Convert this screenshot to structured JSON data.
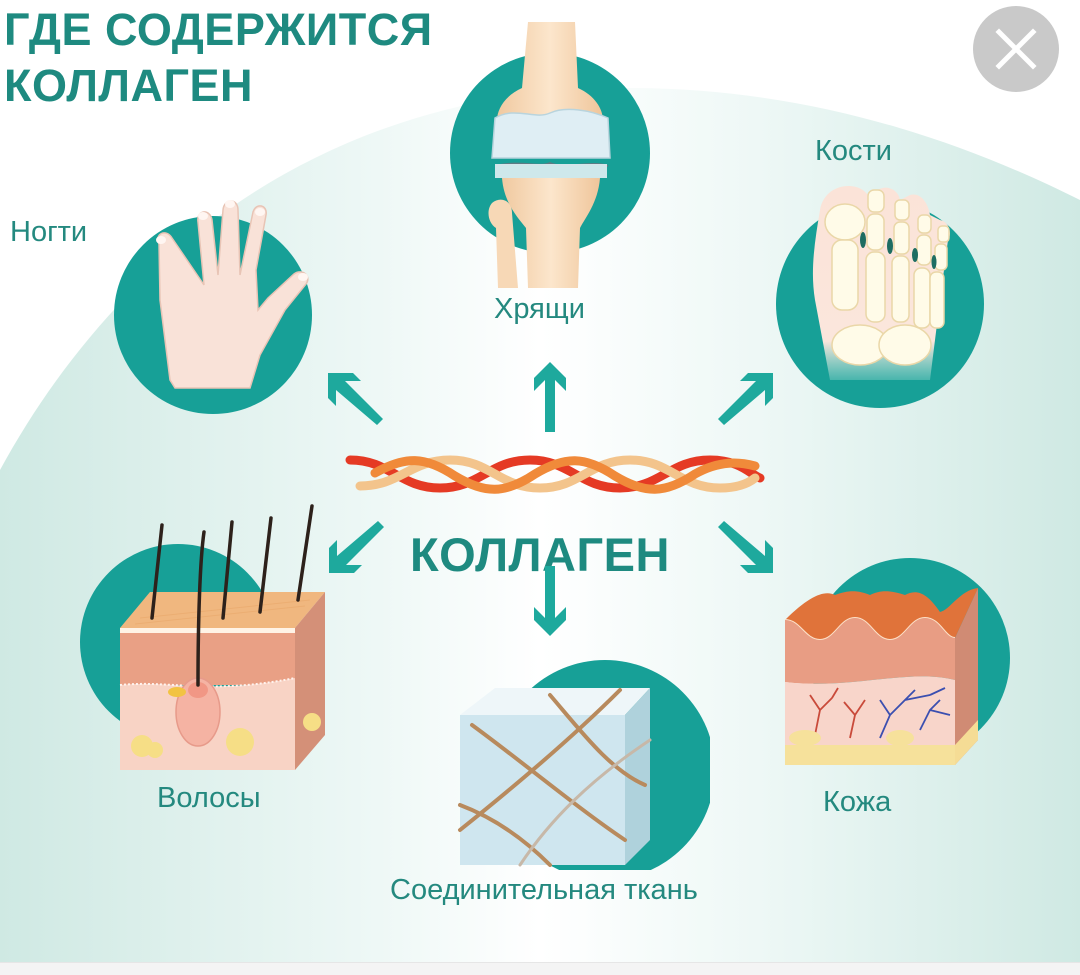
{
  "header": {
    "title_line1": "ГДЕ СОДЕРЖИТСЯ",
    "title_line2": "КОЛЛАГЕН"
  },
  "close_button": {
    "icon": "close-icon",
    "color": "#c9c9c9"
  },
  "center": {
    "label": "КОЛЛАГЕН",
    "icon": "collagen-fiber-braid"
  },
  "nodes": [
    {
      "id": "nails",
      "label": "Ногти",
      "icon": "hand-icon"
    },
    {
      "id": "cartilage",
      "label": "Хрящи",
      "icon": "knee-joint-icon"
    },
    {
      "id": "bones",
      "label": "Кости",
      "icon": "foot-bones-icon"
    },
    {
      "id": "hair",
      "label": "Волосы",
      "icon": "hair-follicle-icon"
    },
    {
      "id": "connective",
      "label": "Соединительная ткань",
      "icon": "connective-tissue-icon"
    },
    {
      "id": "skin",
      "label": "Кожа",
      "icon": "skin-layers-icon"
    }
  ],
  "colors": {
    "accent": "#1e8a80",
    "circle": "#17a097",
    "arrow": "#1ea99d",
    "label": "#24897f",
    "bg_tint": "#d7efea"
  }
}
